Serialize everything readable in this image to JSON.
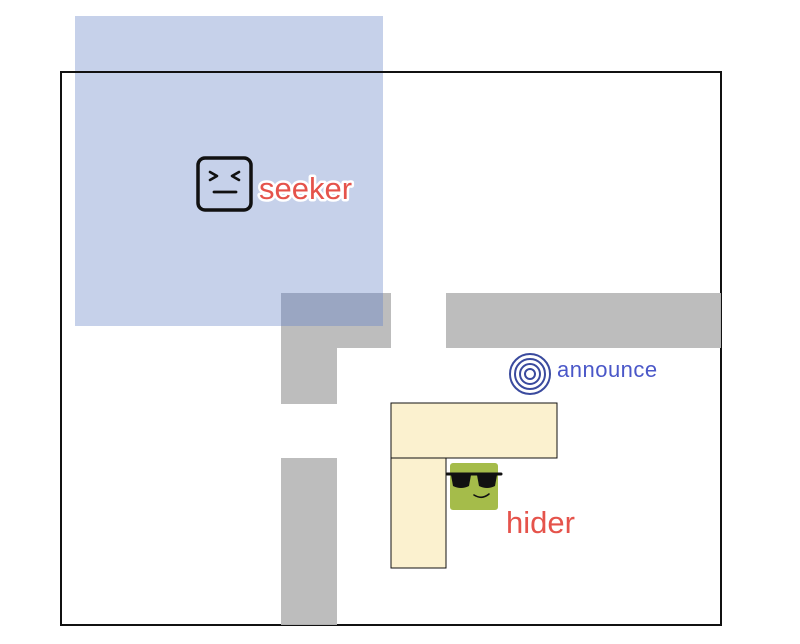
{
  "agents": {
    "seeker": {
      "label": "seeker",
      "icon": "angry-face-icon"
    },
    "hider": {
      "label": "hider",
      "icon": "sunglasses-face-icon"
    }
  },
  "signal": {
    "label": "announce",
    "icon": "broadcast-rings-icon"
  },
  "colors": {
    "seeker_label": "#e5534b",
    "hider_label": "#e5534b",
    "announce_label": "#4a57c8",
    "announce_rings": "#3a4a9e",
    "vision_area": "#c6d1ea",
    "walls": "#bebebe",
    "boxes_fill": "#fbf1cf",
    "hider_body": "#a5bc4a",
    "seeker_icon_stroke": "#111111",
    "arena_border": "#111111"
  }
}
